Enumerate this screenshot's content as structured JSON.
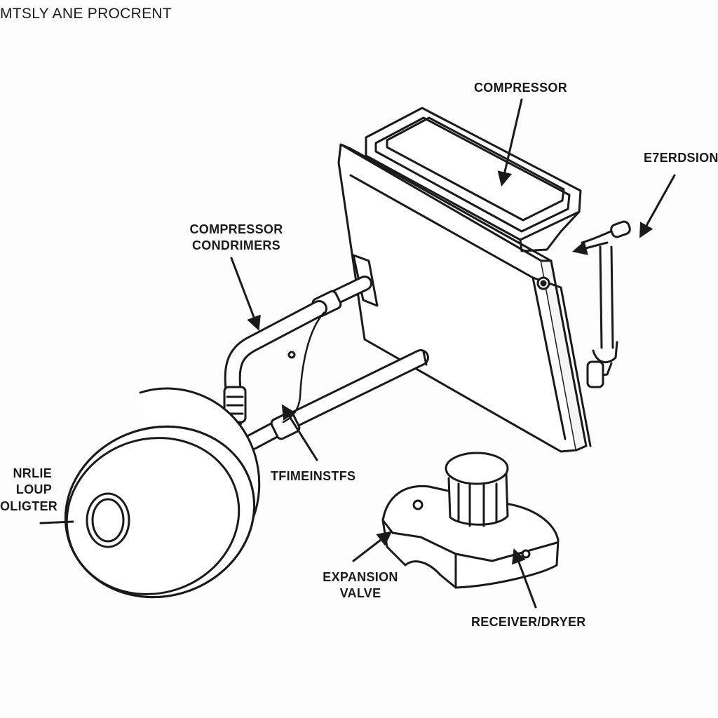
{
  "title": "MTSLY ANE PROCRENT",
  "labels": {
    "compressor_top": "COMPRESSOR",
    "expansion_top_right": "E7ERDSION",
    "compressor_condenser": [
      "COMPRESSOR",
      "CONDRIMERS"
    ],
    "left_cut": [
      "NRLIE",
      "LOUP",
      "OLIGTER"
    ],
    "center_pipe": "TFIMEINSTFS",
    "expansion_valve": [
      "EXPANSION",
      "VALVE"
    ],
    "receiver_dryer": "RECEIVER/DRYER"
  },
  "colors": {
    "ink": "#1a1a1a",
    "background": "#fdfdfd"
  },
  "components": [
    "condenser-panel",
    "compressor-drum",
    "expansion-valve-body",
    "pipes"
  ]
}
